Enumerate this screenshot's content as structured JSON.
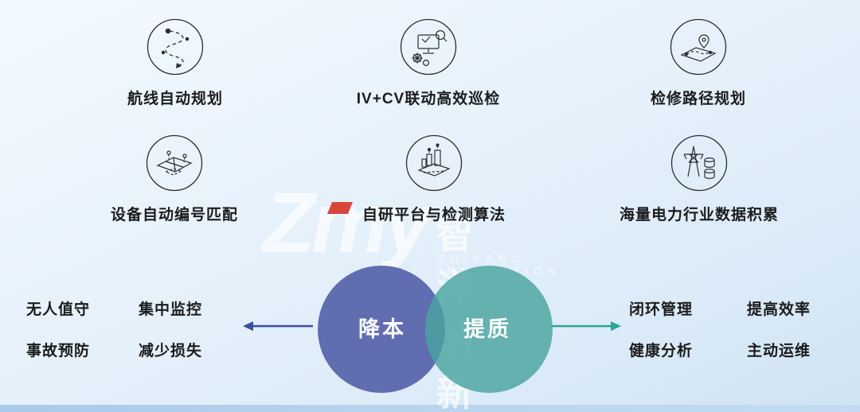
{
  "features": [
    {
      "label": "航线自动规划",
      "icon": "route-planning-icon"
    },
    {
      "label": "IV+CV联动高效巡检",
      "icon": "iv-cv-inspection-icon"
    },
    {
      "label": "检修路径规划",
      "icon": "repair-path-icon"
    },
    {
      "label": "设备自动编号匹配",
      "icon": "device-numbering-icon"
    },
    {
      "label": "自研平台与检测算法",
      "icon": "platform-algorithm-icon"
    },
    {
      "label": "海量电力行业数据积累",
      "icon": "power-data-icon"
    }
  ],
  "watermark": {
    "logo": "Zmy",
    "cn": "智洋创新",
    "en": "ZHIYANG INNOVATION",
    "accent_color": "#d9463c"
  },
  "venn": {
    "left": {
      "label": "降本",
      "color": "#5663aa"
    },
    "right": {
      "label": "提质",
      "color": "#49a49f"
    }
  },
  "arrows": {
    "left_color": "#3a4d9f",
    "right_color": "#2ba39a"
  },
  "benefits": {
    "left": [
      "无人值守",
      "集中监控",
      "事故预防",
      "减少损失"
    ],
    "right": [
      "闭环管理",
      "提高效率",
      "健康分析",
      "主动运维"
    ]
  }
}
